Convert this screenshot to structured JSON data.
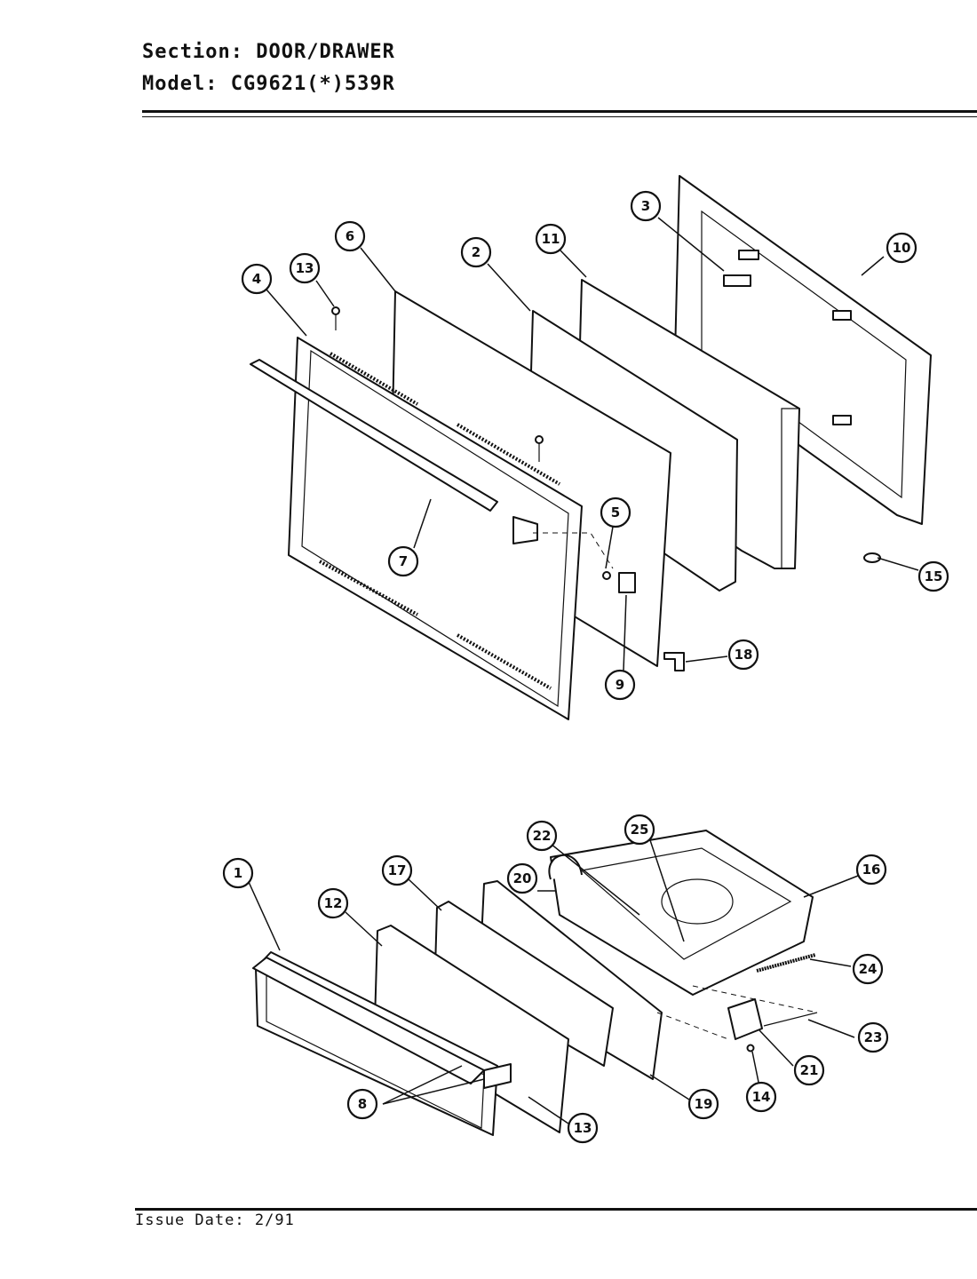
{
  "header": {
    "section_label": "Section:",
    "section_value": "DOOR/DRAWER",
    "model_label": "Model:",
    "model_value": "CG9621(*)539R"
  },
  "footer": {
    "issue_date_label": "Issue Date:",
    "issue_date_value": "2/91"
  },
  "callouts": {
    "door": [
      "4",
      "13",
      "6",
      "2",
      "11",
      "3",
      "10",
      "7",
      "5",
      "15",
      "9",
      "18"
    ],
    "drawer": [
      "1",
      "12",
      "17",
      "22",
      "20",
      "25",
      "16",
      "24",
      "23",
      "21",
      "14",
      "19",
      "8",
      "13"
    ]
  }
}
